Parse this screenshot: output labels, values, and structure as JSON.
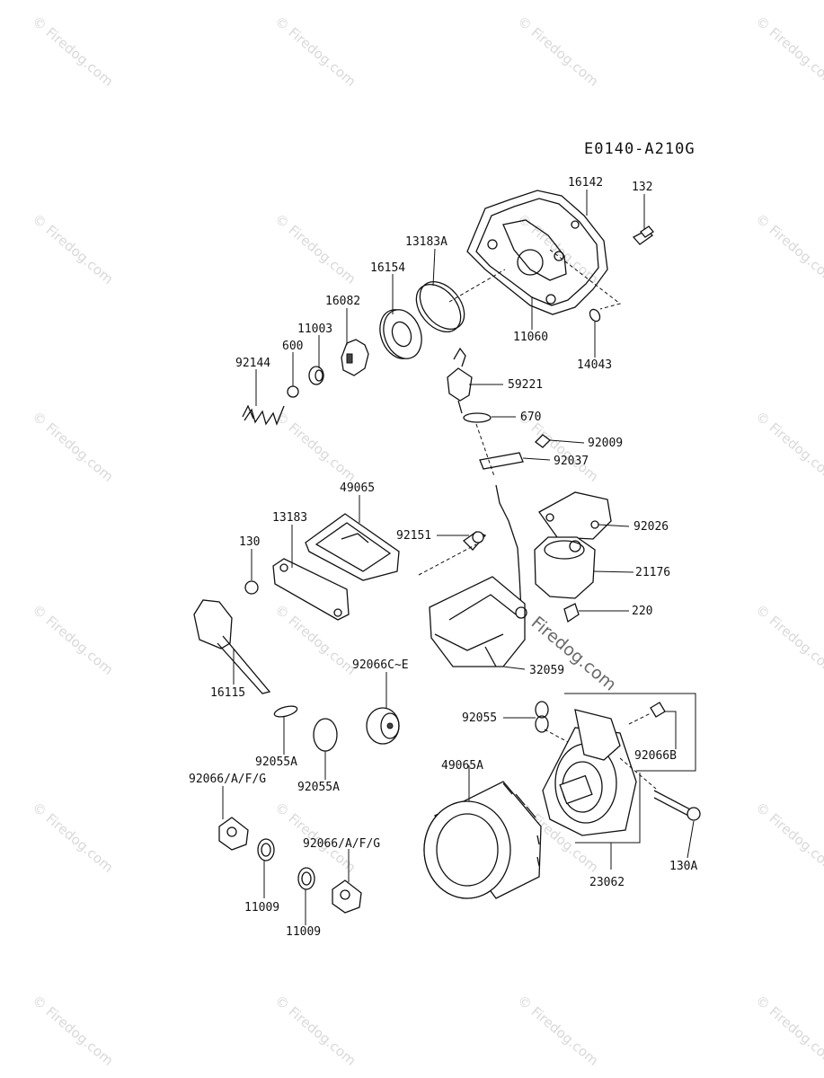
{
  "diagram_code": "E0140-A210G",
  "watermark": "© Firedog.com",
  "watermark_center": "Firedog.com",
  "part_labels": {
    "p16142": "16142",
    "p132": "132",
    "p13183A": "13183A",
    "p16154": "16154",
    "p16082": "16082",
    "p11003": "11003",
    "p600": "600",
    "p92144": "92144",
    "p11060": "11060",
    "p14043": "14043",
    "p59221": "59221",
    "p670": "670",
    "p92009": "92009",
    "p92037": "92037",
    "p49065": "49065",
    "p13183": "13183",
    "p130": "130",
    "p92151": "92151",
    "p92026": "92026",
    "p21176": "21176",
    "p220": "220",
    "p16115": "16115",
    "p92066CE": "92066C~E",
    "p32059": "32059",
    "p92055": "92055",
    "p92066B": "92066B",
    "p92055A_1": "92055A",
    "p92055A_2": "92055A",
    "p49065A": "49065A",
    "p92066AFG_1": "92066/A/F/G",
    "p92066AFG_2": "92066/A/F/G",
    "p130A": "130A",
    "p23062": "23062",
    "p11009_1": "11009",
    "p11009_2": "11009"
  }
}
